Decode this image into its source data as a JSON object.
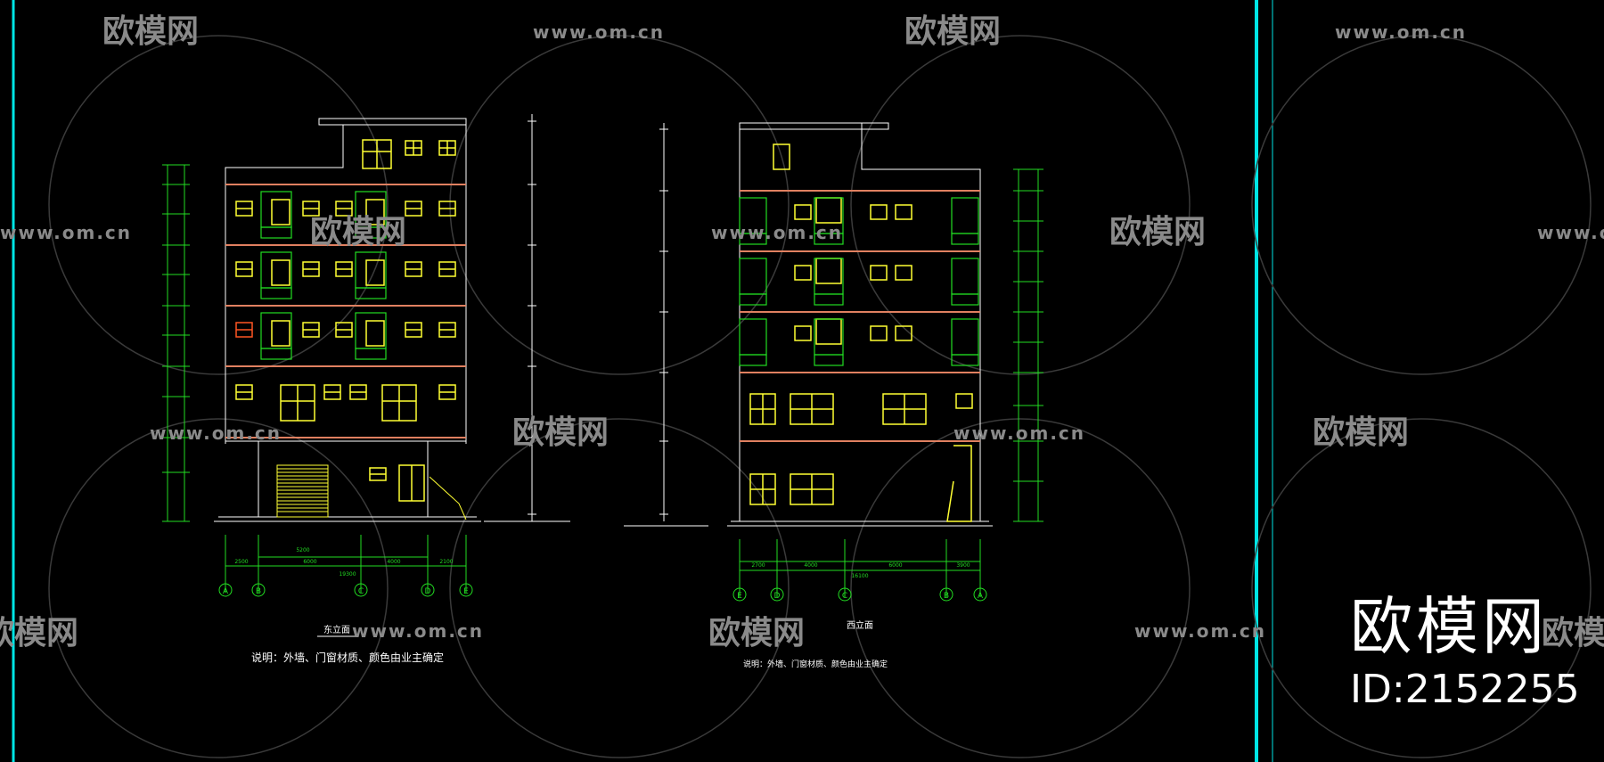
{
  "colors": {
    "background": "#000000",
    "frame": "#00e5e5",
    "wall": "#ffffff",
    "window": "#ffff33",
    "railing": "#22dd22",
    "floor_line": "#e08060",
    "dimension": "#22dd22",
    "watermark": "#8a8a8a"
  },
  "watermark": {
    "brand": "欧模网",
    "url": "www.om.cn",
    "url_fragment": "www.om.cn",
    "brand_fragment": "欧模网"
  },
  "left_elevation": {
    "title": "东立面",
    "note": "说明：外墙、门窗材质、颜色由业主确定",
    "axis_labels": [
      "A",
      "B",
      "C",
      "D",
      "E"
    ],
    "bottom_dims": [
      "2500",
      "5200",
      "6000",
      "4000",
      "2100"
    ],
    "total_dim": "19300"
  },
  "right_elevation": {
    "title": "西立面",
    "note": "说明：外墙、门窗材质、颜色由业主确定",
    "axis_labels": [
      "E",
      "D",
      "C",
      "B",
      "A"
    ],
    "bottom_dims": [
      "2700",
      "4000",
      "6000",
      "3900"
    ],
    "total_dim": "16100"
  },
  "id_badge": {
    "brand": "欧模网",
    "id": "ID:2152255"
  }
}
